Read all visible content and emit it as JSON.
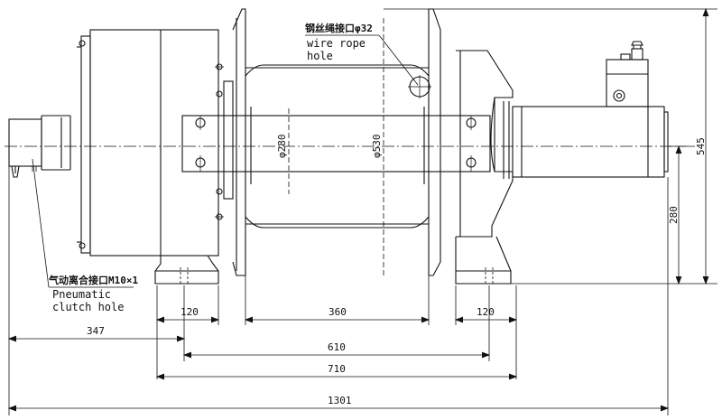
{
  "annotations": {
    "wire_rope_cn": "钢丝绳接口φ32",
    "wire_rope_en_1": "wire rope",
    "wire_rope_en_2": "hole",
    "clutch_cn": "气动离合接口M10×1",
    "clutch_en_1": "Pneumatic",
    "clutch_en_2": "clutch hole"
  },
  "dimensions": {
    "drum_dia": "φ280",
    "flange_dia": "φ530",
    "height_total": "545",
    "center_height": "280",
    "foot_left": "120",
    "drum_length": "360",
    "foot_right": "120",
    "clutch_offset": "347",
    "mount_spacing": "610",
    "base_length": "710",
    "overall_length": "1301"
  }
}
